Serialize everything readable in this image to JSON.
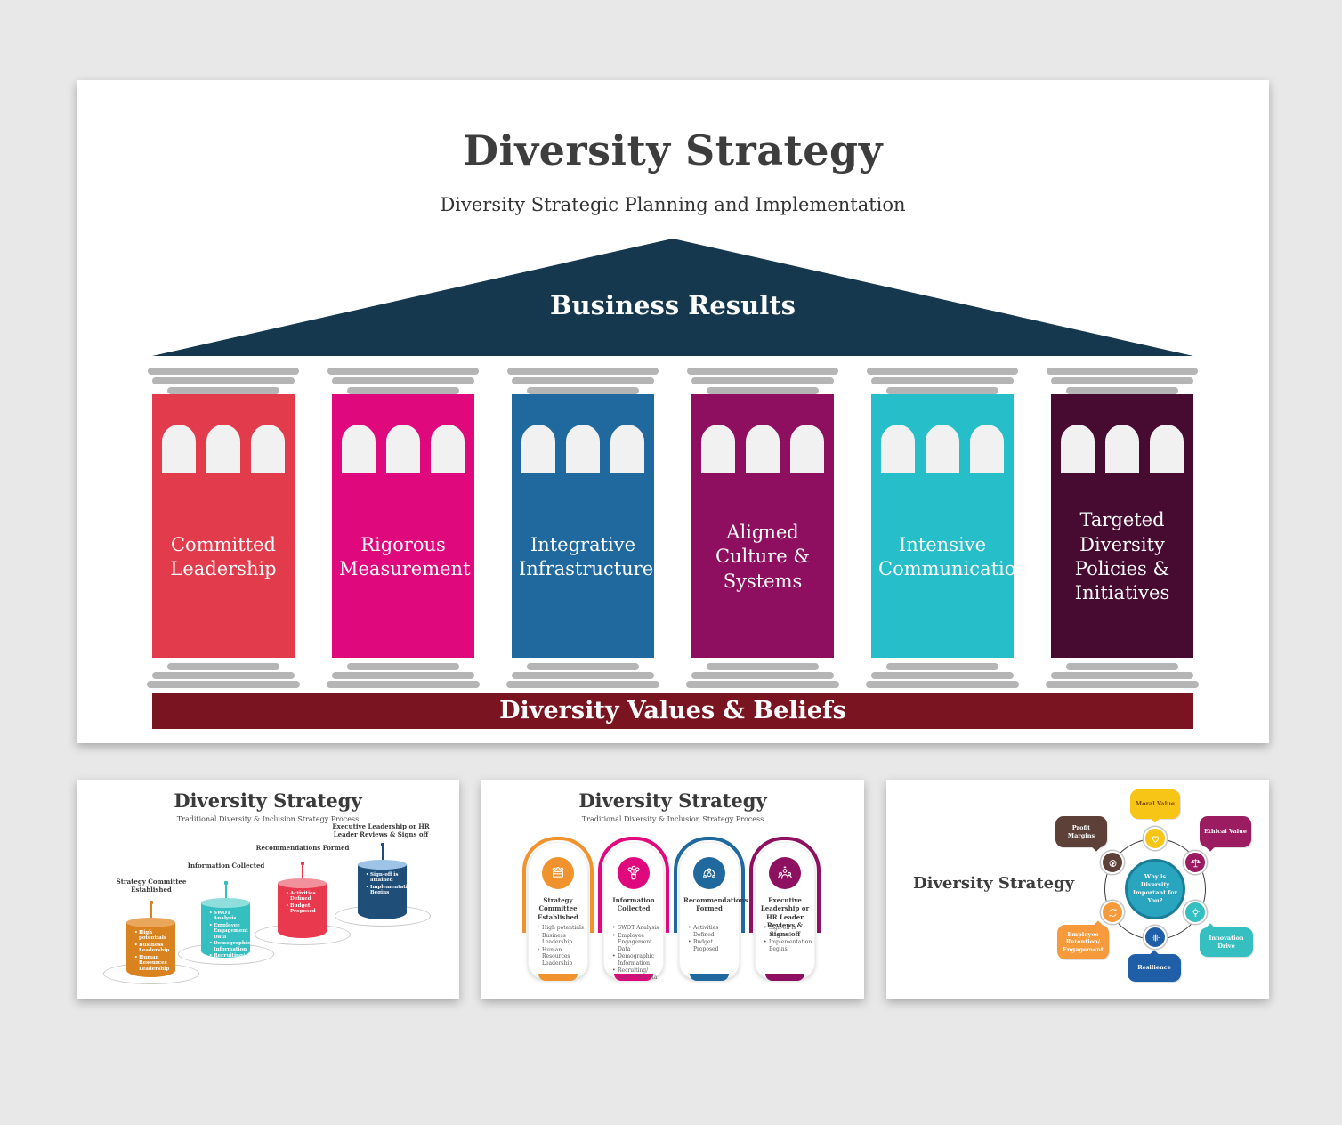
{
  "main_slide": {
    "title": "Diversity Strategy",
    "subtitle": "Diversity Strategic Planning and Implementation",
    "roof": {
      "label": "Business Results",
      "color": "#15384f"
    },
    "banner": {
      "label": "Diversity Values & Beliefs",
      "color": "#7a1420"
    },
    "stone_color": "#b5b5b5",
    "arch_color": "#f1f1f1",
    "pillars": [
      {
        "label": "Committed Leadership",
        "color": "#e23b4c"
      },
      {
        "label": "Rigorous Measurement",
        "color": "#e0087d"
      },
      {
        "label": "Integrative Infrastructure",
        "color": "#20699f"
      },
      {
        "label": "Aligned Culture & Systems",
        "color": "#8e0f60"
      },
      {
        "label": "Intensive Communication",
        "color": "#26bec9"
      },
      {
        "label": "Targeted Diversity Policies & Initiatives",
        "color": "#470b31"
      }
    ]
  },
  "cylinder_slide": {
    "title": "Diversity Strategy",
    "subtitle": "Traditional Diversity & Inclusion Strategy Process",
    "steps": [
      {
        "heading": "Strategy Committee Established",
        "color": "#d8831f",
        "top_color": "#eaa75c",
        "bullets": [
          "High potentials",
          "Business Leadership",
          "Human Resources Leadership"
        ]
      },
      {
        "heading": "Information Collected",
        "color": "#35bfc0",
        "top_color": "#8fdede",
        "bullets": [
          "SWOT Analysis",
          "Employee Engagement Data",
          "Demographic Information",
          "Recruiting/ Turnover Data"
        ]
      },
      {
        "heading": "Recommendations Formed",
        "color": "#e8394e",
        "top_color": "#f2919c",
        "bullets": [
          "Activities Defined",
          "Budget Proposed"
        ]
      },
      {
        "heading": "Executive Leadership or HR Leader Reviews & Signs off",
        "color": "#1f4e79",
        "top_color": "#9dc3e6",
        "bullets": [
          "Sign-off is attained",
          "Implementation Begins"
        ]
      }
    ]
  },
  "card_slide": {
    "title": "Diversity Strategy",
    "subtitle": "Traditional Diversity & Inclusion Strategy Process",
    "cards": [
      {
        "heading": "Strategy Committee Established",
        "color": "#f0932f",
        "icon": "committee-icon",
        "bullets": [
          "High potentials",
          "Business Leadership",
          "Human Resources Leadership"
        ]
      },
      {
        "heading": "Information Collected",
        "color": "#e0087d",
        "icon": "data-collection-icon",
        "bullets": [
          "SWOT Analysis",
          "Employee Engagement Data",
          "Demographic Information",
          "Recruiting/ Turnover Data"
        ]
      },
      {
        "heading": "Recommendations Formed",
        "color": "#20699f",
        "icon": "recommendation-icon",
        "bullets": [
          "Activities Defined",
          "Budget Proposed"
        ]
      },
      {
        "heading": "Executive Leadership or HR Leader Reviews & Signs off",
        "color": "#8e1060",
        "icon": "leadership-icon",
        "bullets": [
          "Sign-off is attained",
          "Implementation Begins"
        ]
      }
    ]
  },
  "circle_slide": {
    "title": "Diversity Strategy",
    "center_label": "Why is Diversity Important for You?",
    "center_color": "#2aa5c0",
    "center_border_color": "#1b7e98",
    "items": [
      {
        "label": "Moral Value",
        "color": "#f7c515",
        "text_color": "#7c4a03",
        "icon": "heart-care-icon"
      },
      {
        "label": "Ethical Value",
        "color": "#9c1c62",
        "text_color": "#ffffff",
        "icon": "balance-scale-icon"
      },
      {
        "label": "Innovation Drive",
        "color": "#35bfc0",
        "text_color": "#ffffff",
        "icon": "lightbulb-icon"
      },
      {
        "label": "Resilience",
        "color": "#1f5fa7",
        "text_color": "#ffffff",
        "icon": "flex-lines-icon"
      },
      {
        "label": "Employee Retention/ Engagement",
        "color": "#f79a3c",
        "text_color": "#ffffff",
        "icon": "refresh-cycle-icon"
      },
      {
        "label": "Profit Margins",
        "color": "#5d4037",
        "text_color": "#ffffff",
        "icon": "savings-icon"
      }
    ]
  }
}
